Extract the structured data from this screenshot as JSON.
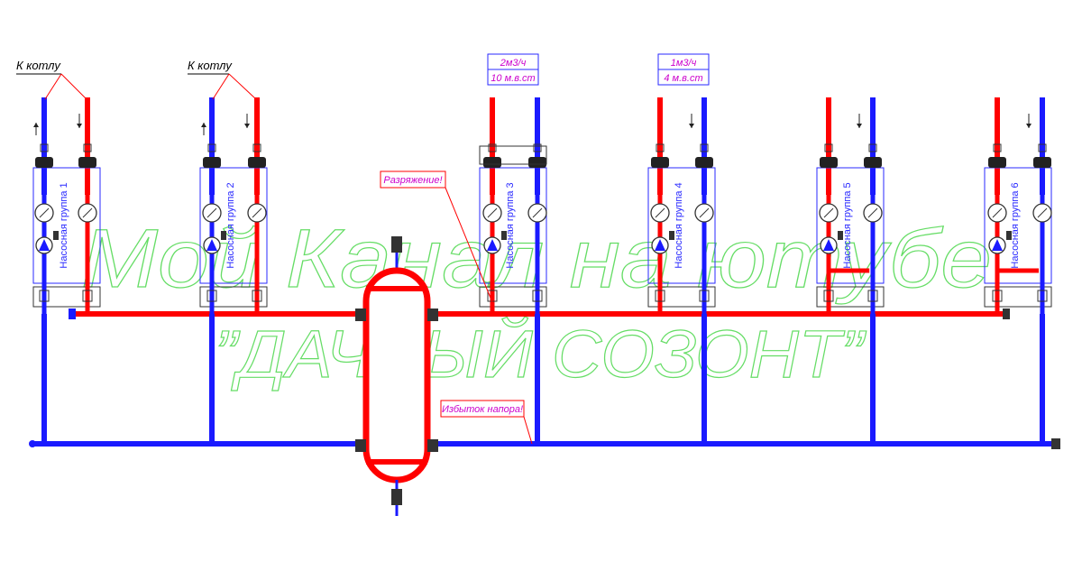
{
  "colors": {
    "supply": "#ff0000",
    "return": "#1a1aff",
    "label_magenta": "#cc00cc",
    "box_stroke": "#2a2aff",
    "watermark": "#66dd66",
    "note_box": "#ff0000"
  },
  "boiler_labels": [
    "К котлу",
    "К котлу"
  ],
  "groups": [
    {
      "name": "Насосная группа 1"
    },
    {
      "name": "Насосная группа 2"
    },
    {
      "name": "Насосная группа 3",
      "flow": "2м3/ч",
      "head": "10 м.в.ст"
    },
    {
      "name": "Насосная группа 4",
      "flow": "1м3/ч",
      "head": "4 м.в.ст"
    },
    {
      "name": "Насосная группа 5"
    },
    {
      "name": "Насосная группа 6"
    }
  ],
  "notes": {
    "vacuum": "Разряжение!",
    "overpressure": "Избыток напора!"
  },
  "watermark": {
    "line1": "Мой Канал на ютубе",
    "line2": "”ДАЧНЫЙ  СОЗОНТ”"
  },
  "icons": {
    "pump": "pump-icon",
    "gauge": "pressure-gauge-icon",
    "valve": "ball-valve-icon",
    "arrow": "flow-arrow-icon",
    "separator": "hydraulic-separator-icon"
  }
}
